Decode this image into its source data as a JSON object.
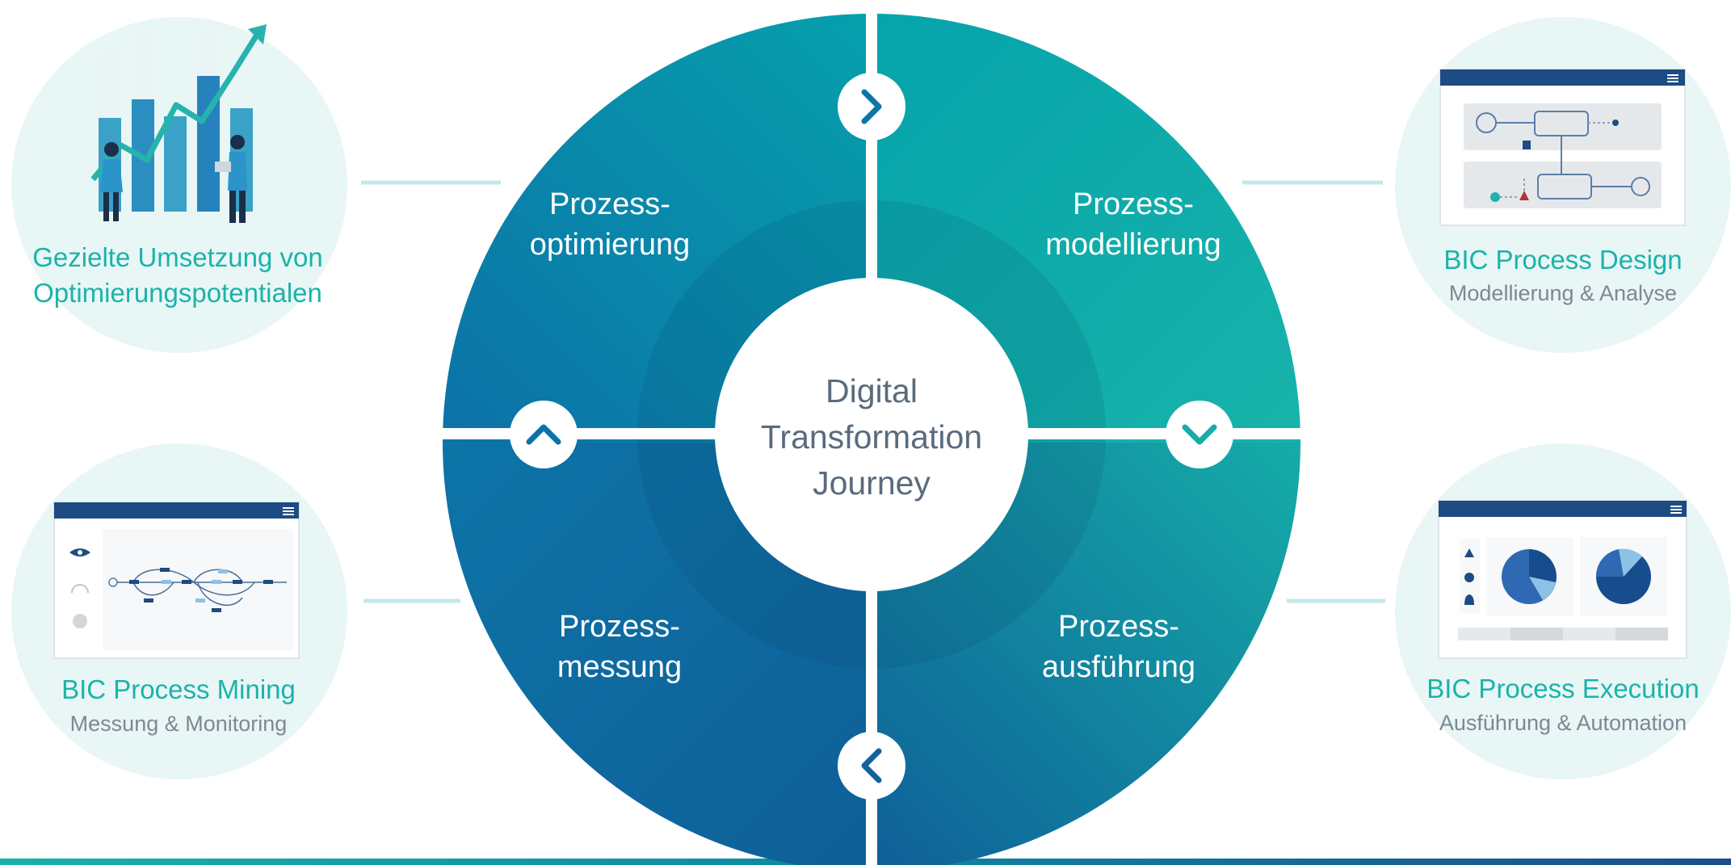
{
  "wheel": {
    "center": [
      "Digital",
      "Transformation",
      "Journey"
    ],
    "quadrants": {
      "top_left": [
        "Prozess-",
        "optimierung"
      ],
      "top_right": [
        "Prozess-",
        "modellierung"
      ],
      "bottom_left": [
        "Prozess-",
        "messung"
      ],
      "bottom_right": [
        "Prozess-",
        "ausführung"
      ]
    },
    "arrows": [
      "chevron-right-icon",
      "chevron-down-icon",
      "chevron-left-icon",
      "chevron-up-icon"
    ]
  },
  "sides": {
    "optimization": {
      "title": [
        "Gezielte Umsetzung von",
        "Optimierungspotentialen"
      ]
    },
    "design": {
      "title": "BIC Process Design",
      "subtitle": "Modellierung & Analyse"
    },
    "mining": {
      "title": "BIC Process Mining",
      "subtitle": "Messung & Monitoring"
    },
    "execution": {
      "title": "BIC Process Execution",
      "subtitle": "Ausführung & Automation"
    }
  },
  "colors": {
    "teal": "#1bb3aa",
    "blue": "#0e5f97",
    "navy": "#1c4b80",
    "bubble": "#e9f6f6",
    "connector": "#c5e8e8"
  }
}
